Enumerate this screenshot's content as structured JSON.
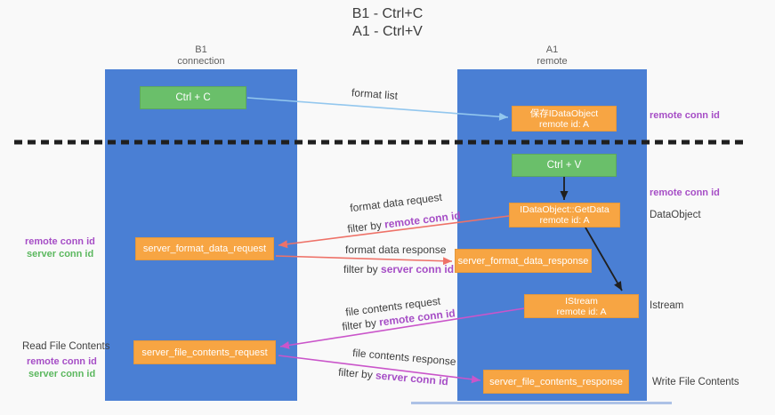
{
  "title": {
    "line1": "B1 - Ctrl+C",
    "line2": "A1 - Ctrl+V"
  },
  "lifelines": {
    "b1": {
      "name": "B1",
      "role": "connection"
    },
    "a1": {
      "name": "A1",
      "role": "remote"
    }
  },
  "buttons": {
    "ctrl_c": "Ctrl + C",
    "ctrl_v": "Ctrl + V"
  },
  "boxes": {
    "save_idataobject": {
      "line1": "保存IDataObject",
      "line2": "remote id: A"
    },
    "getdata": {
      "line1": "IDataObject::GetData",
      "line2": "remote id: A"
    },
    "istream": {
      "line1": "IStream",
      "line2": "remote id: A"
    },
    "format_request": "server_format_data_request",
    "format_response": "server_format_data_response",
    "file_request": "server_file_contents_request",
    "file_response": "server_file_contents_response"
  },
  "arrow_labels": {
    "format_list": "format list",
    "format_data_request": "format data request",
    "format_data_response": "format data response",
    "file_contents_request": "file contents request",
    "file_contents_response": "file contents response",
    "filter_by": "filter by ",
    "remote_conn_id": "remote conn id",
    "server_conn_id": "server conn id"
  },
  "side_labels": {
    "remote_conn_id": "remote conn id",
    "server_conn_id": "server conn id",
    "dataobject": "DataObject",
    "istream": "Istream",
    "read_file_contents": "Read File Contents",
    "write_file_contents": "Write File Contents"
  },
  "colors": {
    "lifeline_blue": "#4a7fd4",
    "box_orange": "#f7a543",
    "button_green": "#6abf6a",
    "arrow_light_blue": "#93c7ee",
    "arrow_red": "#ee7268",
    "arrow_magenta": "#ca55ca",
    "arrow_black": "#1f1f1f",
    "text_purple": "#a64ec6",
    "text_green": "#5cb85f"
  }
}
